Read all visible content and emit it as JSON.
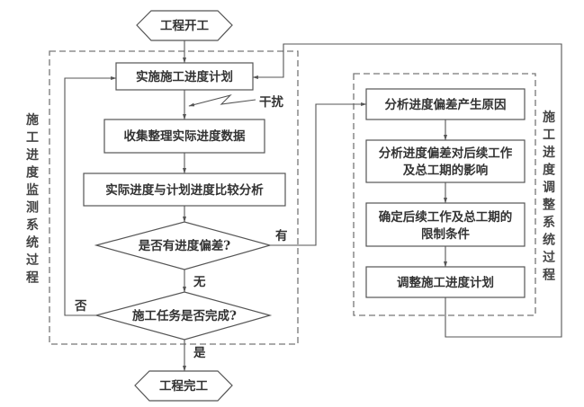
{
  "diagram": {
    "start": "工程开工",
    "end": "工程完工",
    "monitoring": {
      "side_label": [
        "施",
        "工",
        "进",
        "度",
        "监",
        "测",
        "系",
        "统",
        "过",
        "程"
      ],
      "steps": [
        "实施施工进度计划",
        "收集整理实际进度数据",
        "实际进度与计划进度比较分析"
      ],
      "disturbance": "干扰",
      "decision_deviation": "是否有进度偏差?",
      "decision_complete": "施工任务是否完成?"
    },
    "adjustment": {
      "side_label": [
        "施",
        "工",
        "进",
        "度",
        "调",
        "整",
        "系",
        "统",
        "过",
        "程"
      ],
      "steps": [
        [
          "分析进度偏差产生原因"
        ],
        [
          "分析进度偏差对后续工作",
          "及总工期的影响"
        ],
        [
          "确定后续工作及总工期的",
          "限制条件"
        ],
        [
          "调整施工进度计划"
        ]
      ]
    },
    "edge_labels": {
      "yes_deviation": "有",
      "no_deviation": "无",
      "not_complete": "否",
      "complete": "是"
    }
  }
}
